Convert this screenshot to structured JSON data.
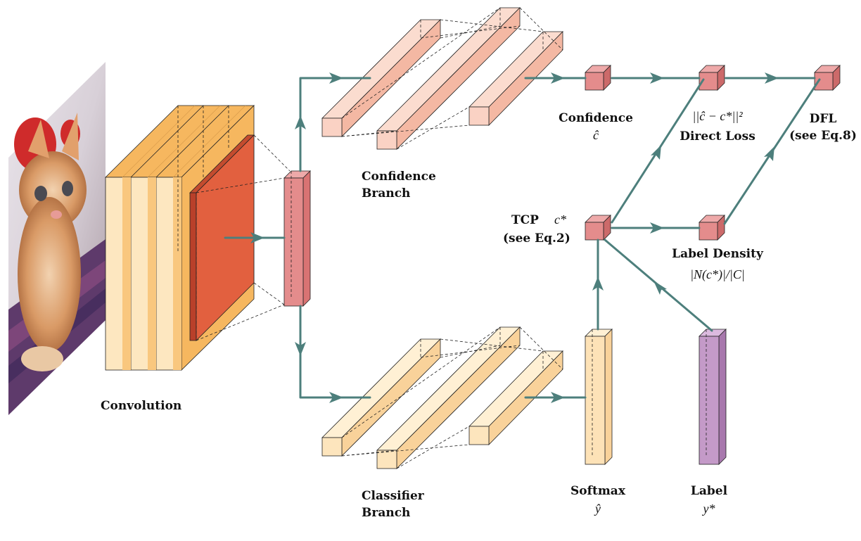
{
  "labels": {
    "convolution": "Convolution",
    "confidence_branch_1": "Confidence",
    "confidence_branch_2": "Branch",
    "classifier_branch_1": "Classifier",
    "classifier_branch_2": "Branch",
    "confidence": "Confidence",
    "confidence_sym": "ĉ",
    "direct_loss_formula": "||ĉ − c*||²",
    "direct_loss": "Direct Loss",
    "dfl": "DFL",
    "dfl_ref": "(see Eq.8)",
    "tcp": "TCP",
    "tcp_sym": "c*",
    "tcp_ref": "(see Eq.2)",
    "label_density": "Label Density",
    "label_density_formula": "|N(c*)|/|C|",
    "softmax": "Softmax",
    "softmax_sym": "ŷ",
    "label": "Label",
    "label_sym": "y*"
  },
  "colors": {
    "arrow": "#4d7f7c",
    "conv_light": "#fde7c0",
    "conv_dark": "#f9c77e",
    "conv_red": "#e06040",
    "node_red": "#e48c8c",
    "branch_conf": "#fad2c4",
    "branch_cls": "#fde5bd",
    "softmax": "#fde2b7",
    "label_purple": "#c49ac8"
  }
}
